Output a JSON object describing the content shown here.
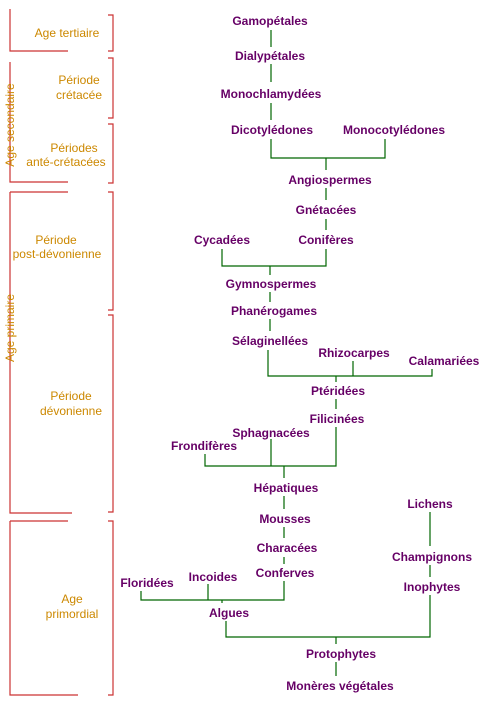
{
  "eras": {
    "tertiaire": "Age tertiaire",
    "secondaire": "Age secondaire",
    "cretacee_l1": "Période",
    "cretacee_l2": "crétacée",
    "ante_l1": "Périodes",
    "ante_l2": "anté-crétacées",
    "primaire": "Age primaire",
    "postdev_l1": "Période",
    "postdev_l2": "post-dévonienne",
    "dev_l1": "Période",
    "dev_l2": "dévonienne",
    "primordial_l1": "Age",
    "primordial_l2": "primordial"
  },
  "nodes": {
    "gamopetales": "Gamopétales",
    "dialypetales": "Dialypétales",
    "monochlamydees": "Monochlamydées",
    "dicotyledones": "Dicotylédones",
    "monocotyledones": "Monocotylédones",
    "angiospermes": "Angiospermes",
    "gnetacees": "Gnétacées",
    "cycadees": "Cycadées",
    "coniferes": "Conifères",
    "gymnospermes": "Gymnospermes",
    "phanerogames": "Phanérogames",
    "selaginellees": "Sélaginellées",
    "rhizocarpes": "Rhizocarpes",
    "calamariees": "Calamariées",
    "pteridees": "Ptéridées",
    "filicinees": "Filicinées",
    "sphagnacees": "Sphagnacées",
    "frondiferes": "Frondifères",
    "hepatiques": "Hépatiques",
    "mousses": "Mousses",
    "characees": "Characées",
    "conferves": "Conferves",
    "florideees": "Floridées",
    "incoides": "Incoides",
    "algues": "Algues",
    "lichens": "Lichens",
    "champignons": "Champignons",
    "inophytes": "Inophytes",
    "protophytes": "Protophytes",
    "moneres": "Monères végétales"
  },
  "colors": {
    "node_text": "#660066",
    "era_text": "#cc8800",
    "edges": "#006600",
    "brackets": "#cc3333"
  }
}
